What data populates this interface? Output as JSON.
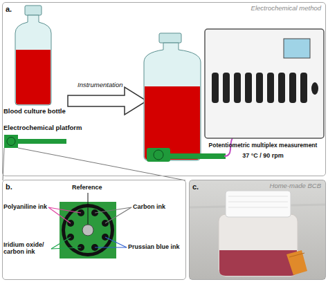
{
  "diagram": {
    "nodes": [
      {
        "text": [
          "a.",
          "Electrochemical method"
        ]
      },
      {
        "text": [
          "b."
        ]
      },
      {
        "text": [
          "c.",
          "Home-made BCB"
        ]
      }
    ],
    "labels": [
      "Blood culture bottle",
      "Electrochemical platform",
      "Instrumentation",
      "Potentiometric multiplex measurement",
      "37 °C / 90 rpm",
      "Reference",
      "Polyaniline ink",
      "Carbon ink",
      "Iridium oxide/ carbon ink",
      "Prussian blue ink"
    ]
  }
}
